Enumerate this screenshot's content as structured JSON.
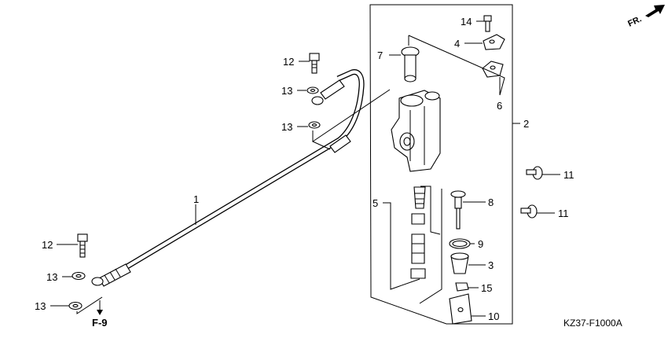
{
  "diagram": {
    "code": "KZ37-F1000A",
    "front_marker": "FR.",
    "ref_page": "F-9",
    "callouts": [
      {
        "id": "c1",
        "label": "1"
      },
      {
        "id": "c2",
        "label": "2"
      },
      {
        "id": "c3",
        "label": "3"
      },
      {
        "id": "c4",
        "label": "4"
      },
      {
        "id": "c5",
        "label": "5"
      },
      {
        "id": "c6",
        "label": "6"
      },
      {
        "id": "c7",
        "label": "7"
      },
      {
        "id": "c8",
        "label": "8"
      },
      {
        "id": "c9",
        "label": "9"
      },
      {
        "id": "c10",
        "label": "10"
      },
      {
        "id": "c11a",
        "label": "11"
      },
      {
        "id": "c11b",
        "label": "11"
      },
      {
        "id": "c12a",
        "label": "12"
      },
      {
        "id": "c12b",
        "label": "12"
      },
      {
        "id": "c13a",
        "label": "13"
      },
      {
        "id": "c13b",
        "label": "13"
      },
      {
        "id": "c13c",
        "label": "13"
      },
      {
        "id": "c13d",
        "label": "13"
      },
      {
        "id": "c14",
        "label": "14"
      },
      {
        "id": "c15",
        "label": "15"
      }
    ]
  }
}
